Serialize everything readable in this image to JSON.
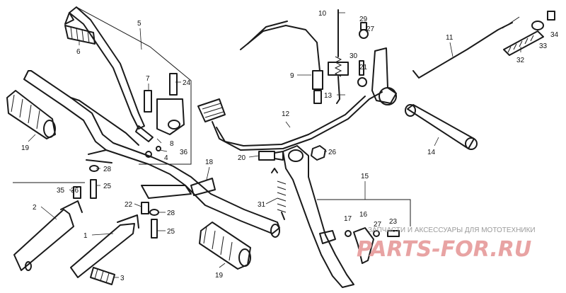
{
  "diagram": {
    "part_labels": [
      {
        "id": "p1",
        "text": "1"
      },
      {
        "id": "p2",
        "text": "2"
      },
      {
        "id": "p3",
        "text": "3"
      },
      {
        "id": "p4",
        "text": "4"
      },
      {
        "id": "p5",
        "text": "5"
      },
      {
        "id": "p6",
        "text": "6"
      },
      {
        "id": "p7",
        "text": "7"
      },
      {
        "id": "p8",
        "text": "8"
      },
      {
        "id": "p9",
        "text": "9"
      },
      {
        "id": "p10",
        "text": "10"
      },
      {
        "id": "p11",
        "text": "11"
      },
      {
        "id": "p12",
        "text": "12"
      },
      {
        "id": "p13",
        "text": "13"
      },
      {
        "id": "p14",
        "text": "14"
      },
      {
        "id": "p15",
        "text": "15"
      },
      {
        "id": "p16",
        "text": "16"
      },
      {
        "id": "p17",
        "text": "17"
      },
      {
        "id": "p18",
        "text": "18"
      },
      {
        "id": "p19a",
        "text": "19"
      },
      {
        "id": "p19b",
        "text": "19"
      },
      {
        "id": "p20",
        "text": "20"
      },
      {
        "id": "p21",
        "text": "21"
      },
      {
        "id": "p22",
        "text": "22"
      },
      {
        "id": "p23",
        "text": "23"
      },
      {
        "id": "p24",
        "text": "24"
      },
      {
        "id": "p25a",
        "text": "25"
      },
      {
        "id": "p25b",
        "text": "25"
      },
      {
        "id": "p26",
        "text": "26"
      },
      {
        "id": "p27a",
        "text": "27"
      },
      {
        "id": "p27b",
        "text": "27"
      },
      {
        "id": "p28a",
        "text": "28"
      },
      {
        "id": "p28b",
        "text": "28"
      },
      {
        "id": "p29",
        "text": "29"
      },
      {
        "id": "p30",
        "text": "30"
      },
      {
        "id": "p31",
        "text": "31"
      },
      {
        "id": "p32",
        "text": "32"
      },
      {
        "id": "p33",
        "text": "33"
      },
      {
        "id": "p34",
        "text": "34"
      },
      {
        "id": "p35",
        "text": "35"
      },
      {
        "id": "p36a",
        "text": "36"
      },
      {
        "id": "p36b",
        "text": "36"
      }
    ]
  },
  "watermark": {
    "tagline": "ЗАПЧАСТИ И АКСЕССУАРЫ ДЛЯ МОТОТЕХНИКИ",
    "logo": "PARTS-FOR.RU"
  }
}
